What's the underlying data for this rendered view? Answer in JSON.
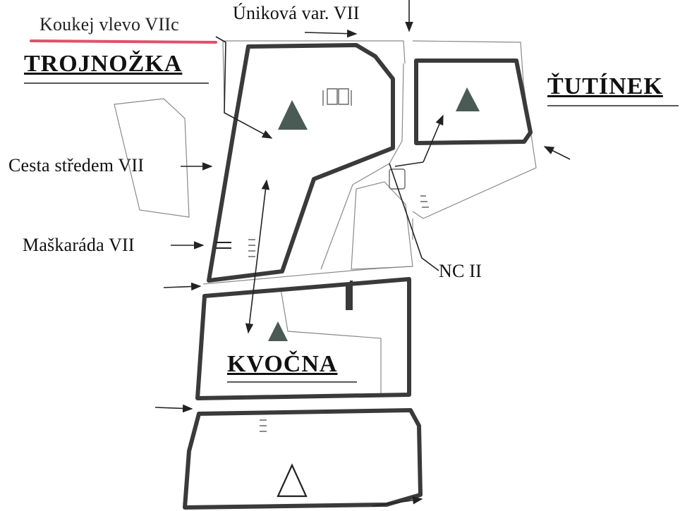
{
  "blocks": {
    "trojnozka": "TROJNOŽKA",
    "tutinek": "ŤUTÍNEK",
    "kvocna": "KVOČNA"
  },
  "routes": {
    "koukej": "Koukej vlevo VIIc",
    "unikova": "Úniková var. VII",
    "cesta": "Cesta středem VII",
    "maskarada": "Maškaráda VII",
    "nc": "NC II"
  },
  "colors": {
    "outline": "#3a3a3a",
    "summit_fill": "#4a5a55",
    "highlight": "#e0506a",
    "thin_line": "#888888"
  }
}
